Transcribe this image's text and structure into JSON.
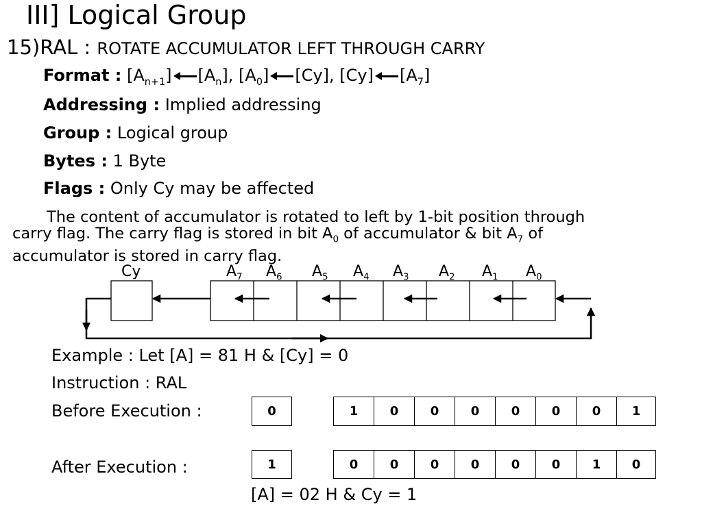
{
  "title": "III] Logical Group",
  "heading": {
    "number": "15)RAL",
    "separator": ":",
    "description": "ROTATE ACCUMULATOR LEFT THROUGH CARRY"
  },
  "format": {
    "label": "Format :",
    "parts": [
      "[A",
      "n+1",
      "]",
      "[A",
      "n",
      "], [A",
      "0",
      "]",
      "[Cy], [Cy]",
      "[A",
      "7",
      "]"
    ]
  },
  "addressing": {
    "label": "Addressing :",
    "value": "Implied addressing"
  },
  "group": {
    "label": "Group :",
    "value": "Logical group"
  },
  "bytes": {
    "label": "Bytes :",
    "value": "1 Byte"
  },
  "flags": {
    "label": "Flags :",
    "value": "Only Cy may be affected"
  },
  "paragraph": {
    "line1": "The content of accumulator is rotated to left by 1-bit position through",
    "line2a": "carry flag. The carry flag is stored in bit A",
    "line2sub1": "0",
    "line2b": " of accumulator & bit A",
    "line2sub2": "7",
    "line2c": " of",
    "line3": "accumulator is stored in carry flag."
  },
  "diagram": {
    "labels": [
      {
        "base": "Cy",
        "sub": ""
      },
      {
        "base": "A",
        "sub": "7"
      },
      {
        "base": "A",
        "sub": "6"
      },
      {
        "base": "A",
        "sub": "5"
      },
      {
        "base": "A",
        "sub": "4"
      },
      {
        "base": "A",
        "sub": "3"
      },
      {
        "base": "A",
        "sub": "2"
      },
      {
        "base": "A",
        "sub": "1"
      },
      {
        "base": "A",
        "sub": "0"
      }
    ]
  },
  "example": {
    "line": "Example : Let [A] = 81 H  &   [Cy] = 0",
    "instruction": "Instruction : RAL",
    "before_label": "Before Execution :",
    "after_label": "After Execution :",
    "before_cy": "0",
    "before_bits": [
      "1",
      "0",
      "0",
      "0",
      "0",
      "0",
      "0",
      "1"
    ],
    "after_cy": "1",
    "after_bits": [
      "0",
      "0",
      "0",
      "0",
      "0",
      "0",
      "1",
      "0"
    ],
    "result": "[A] = 02 H & Cy = 1"
  }
}
